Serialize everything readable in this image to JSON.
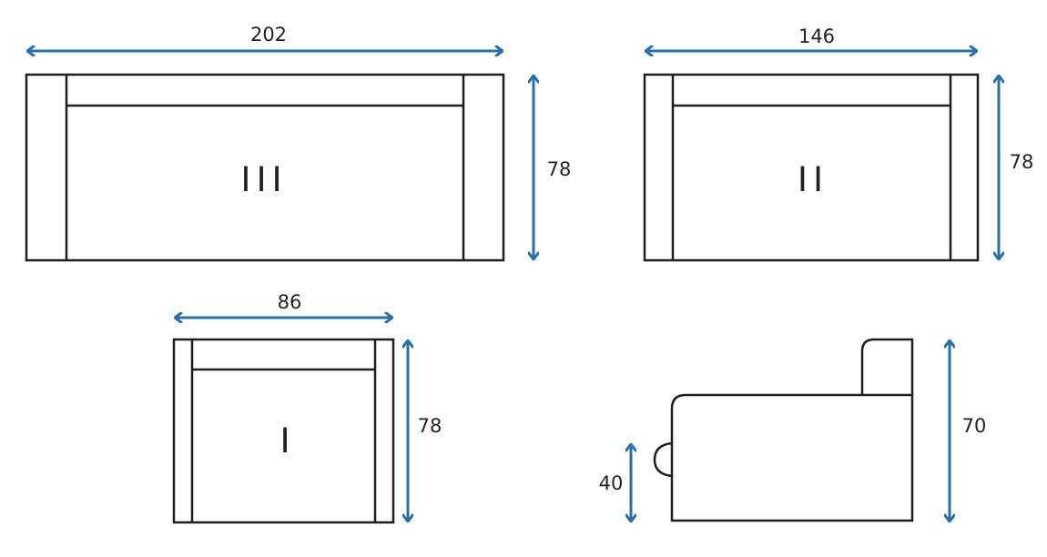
{
  "title": "Sofa set dimensions",
  "views": {
    "three_seater": {
      "seats_label": "III",
      "width": "202",
      "height": "78"
    },
    "two_seater": {
      "seats_label": "II",
      "width": "146",
      "height": "78"
    },
    "armchair": {
      "seats_label": "I",
      "width": "86",
      "height": "78"
    },
    "side_view": {
      "seat_height": "40",
      "total_height": "70"
    }
  },
  "colors": {
    "dimension": "#2a6fa8",
    "outline": "#1e1e1e"
  }
}
